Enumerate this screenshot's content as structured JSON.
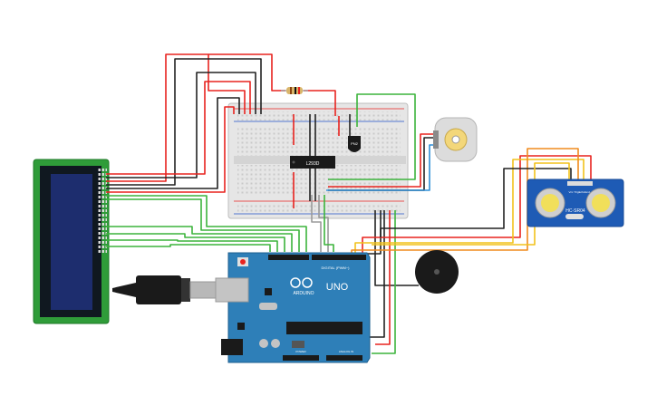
{
  "title": "",
  "components": {
    "lcd": {
      "type": "16x2 LCD display"
    },
    "breadboard": {
      "type": "breadboard-half"
    },
    "driver_ic": {
      "label": "L293D"
    },
    "transistor": {
      "label": "PN2"
    },
    "resistor": {
      "type": "resistor"
    },
    "dc_motor": {
      "type": "DC motor"
    },
    "ultrasonic": {
      "label": "HC-SR04",
      "pins": [
        "Vcc",
        "Trig",
        "Echo",
        "Gnd"
      ]
    },
    "buzzer": {
      "type": "piezo buzzer"
    },
    "arduino": {
      "label": "UNO",
      "brand": "ARDUINO",
      "header_label": "DIGITAL (PWM~)",
      "power_label": "POWER",
      "analog_label": "ANALOG IN"
    },
    "usb_cable": {
      "type": "USB plug"
    }
  },
  "wire_colors": {
    "red": "#e8231f",
    "black": "#222222",
    "green": "#3cb43c",
    "yellow": "#f2c21b",
    "blue": "#2e8fd8",
    "orange": "#f08c1e"
  }
}
